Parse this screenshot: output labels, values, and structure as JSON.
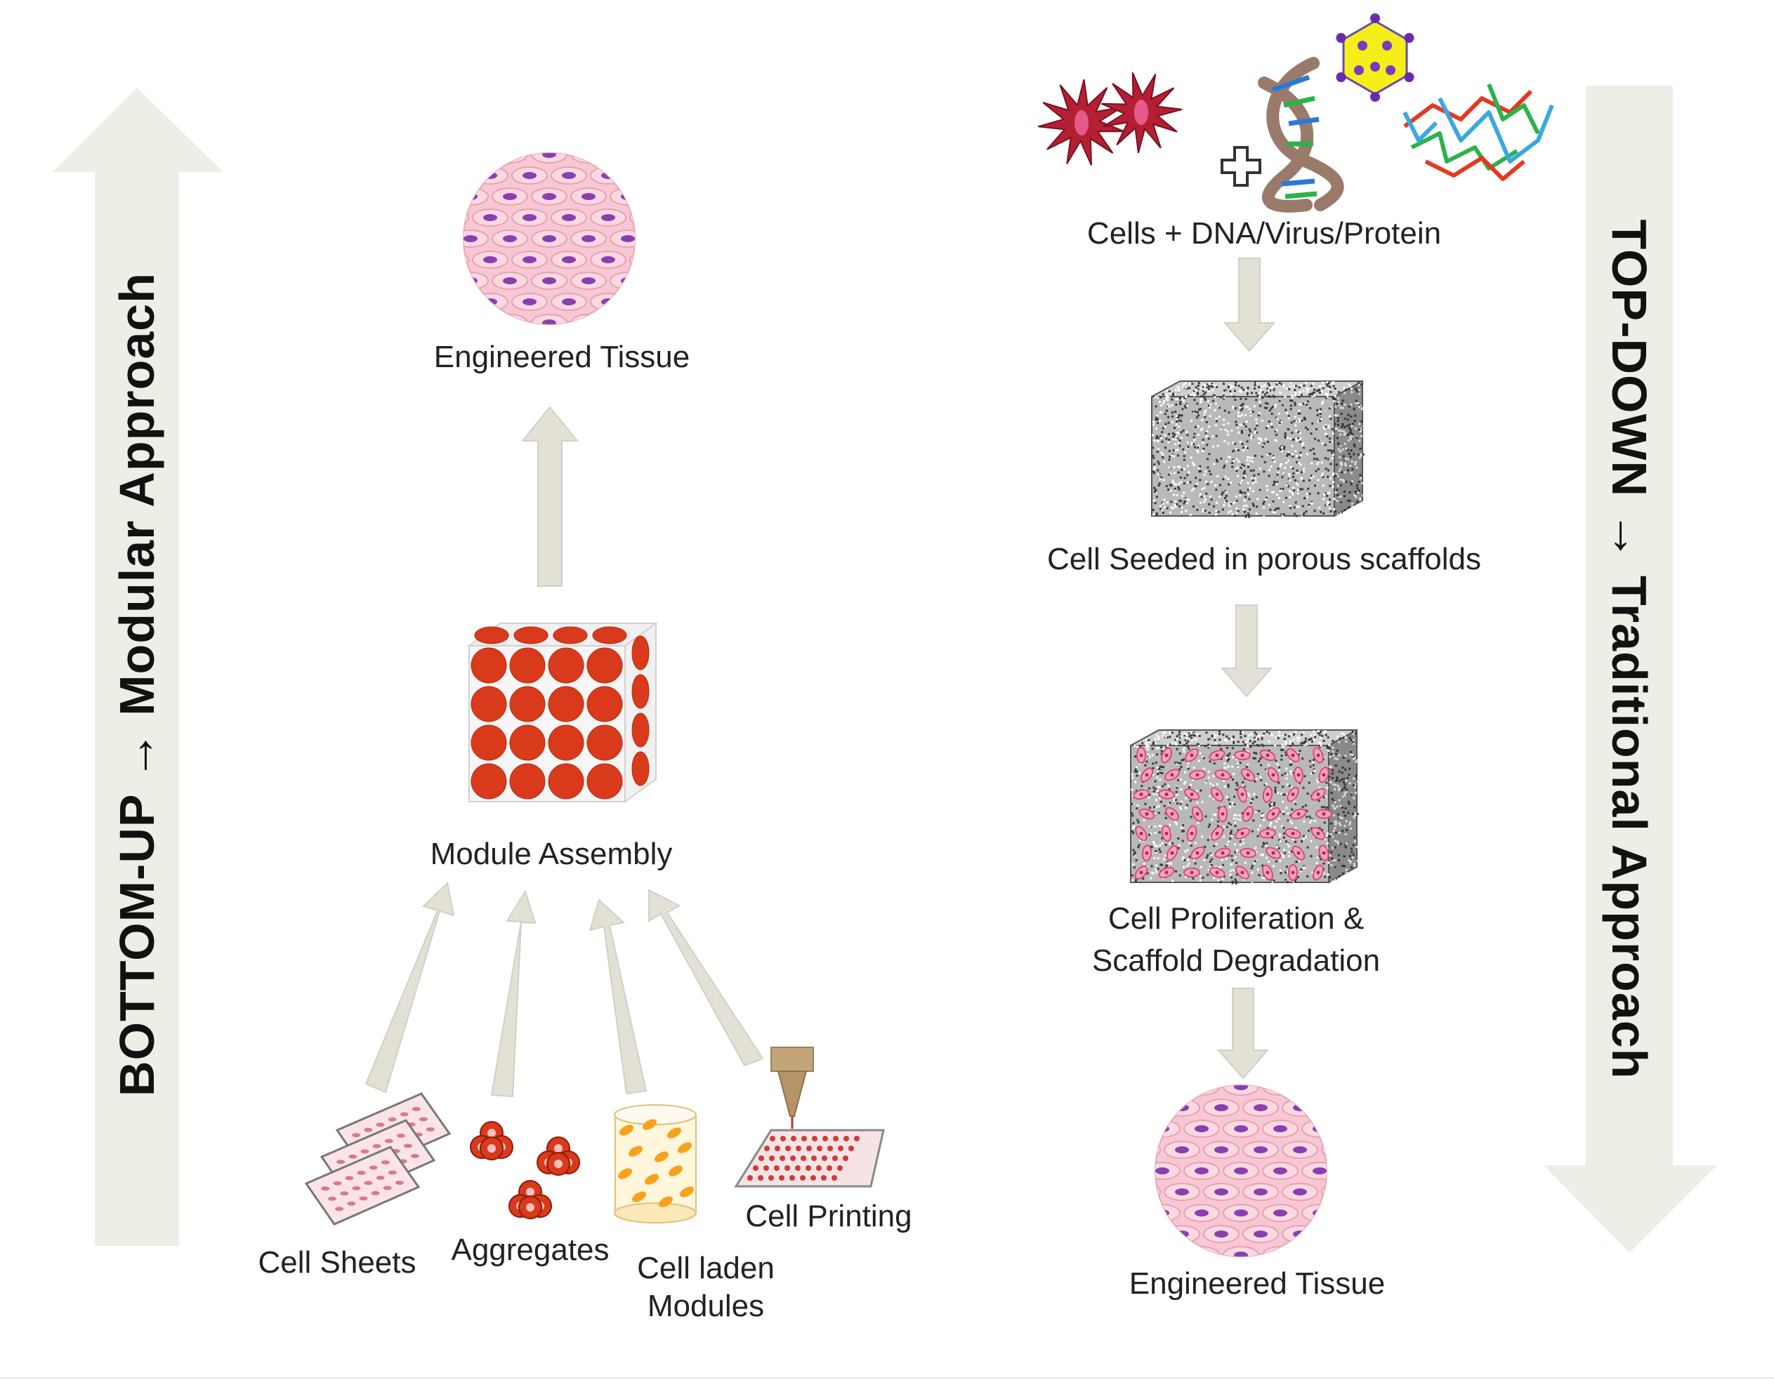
{
  "colors": {
    "big_arrow": "#efeee6",
    "small_arrow": "#e3e1d6",
    "tissue_fill": "#f7c8d4",
    "tissue_cell": "#e8a0b5",
    "nucleus": "#8a3fb0",
    "sphere": "#d93a1c",
    "sphere_dark": "#b52a10",
    "cell_body": "#b51f33",
    "dna_backbone": "#9a7a6a",
    "virus": "#f5ee1a",
    "scaffold_gray": "#8f8f8f",
    "cylinder_fill": "#f6a21d"
  },
  "left_axis": {
    "label": "BOTTOM-UP → Modular Approach"
  },
  "right_axis": {
    "label": "TOP-DOWN → Traditional Approach"
  },
  "bottom_up": {
    "top_label": "Engineered Tissue",
    "middle_label": "Module Assembly",
    "sources": [
      {
        "label": "Cell Sheets"
      },
      {
        "label": "Aggregates"
      },
      {
        "label": "Cell laden",
        "label2": "Modules"
      },
      {
        "label": "Cell Printing"
      }
    ]
  },
  "top_down": {
    "step1_label": "Cells + DNA/Virus/Protein",
    "step2_label": "Cell Seeded in porous scaffolds",
    "step3_label": "Cell Proliferation &",
    "step3_label2": "Scaffold Degradation",
    "step4_label": "Engineered Tissue"
  },
  "icons": {
    "plus": "plus-icon"
  }
}
